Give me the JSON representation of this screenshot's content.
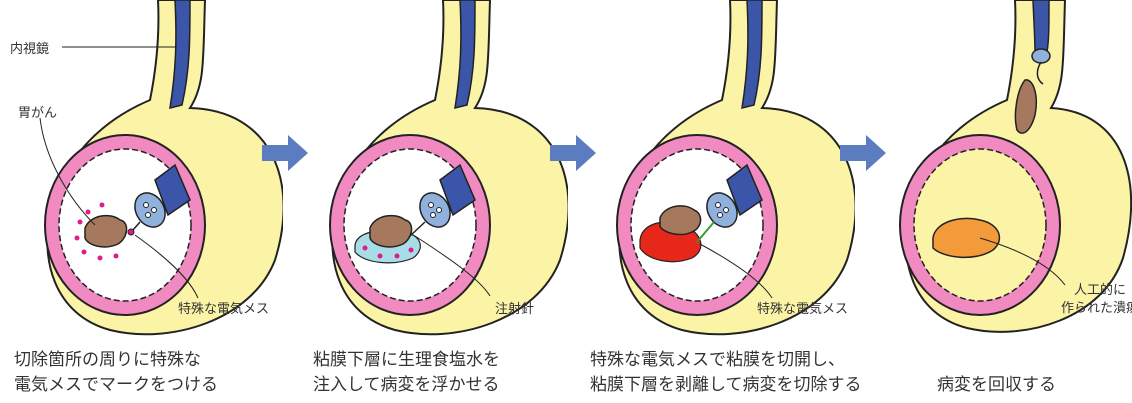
{
  "labels": {
    "endoscope": "内視鏡",
    "cancer": "胃がん",
    "knife1": "特殊な電気メス",
    "needle": "注射針",
    "knife2": "特殊な電気メス",
    "ulcer_line1": "人工的に",
    "ulcer_line2": "作られた潰瘍"
  },
  "steps": [
    {
      "line1": "切除箇所の周りに特殊な",
      "line2": "電気メスでマークをつける"
    },
    {
      "line1": "粘膜下層に生理食塩水を",
      "line2": "注入して病変を浮かせる"
    },
    {
      "line1": "特殊な電気メスで粘膜を切開し、",
      "line2": "粘膜下層を剥離して病変を切除する"
    },
    {
      "line1": "病変を回収する"
    }
  ],
  "colors": {
    "stomach_wall": "#fbf3a6",
    "mucosa_ring": "#f08ac0",
    "endoscope": "#3b55a8",
    "scope_tip": "#8fb1dc",
    "lesion": "#a6795e",
    "saline": "#a8dde8",
    "cut_area": "#e8271b",
    "ulcer": "#f39a3b",
    "arrow": "#5b7dbf"
  }
}
